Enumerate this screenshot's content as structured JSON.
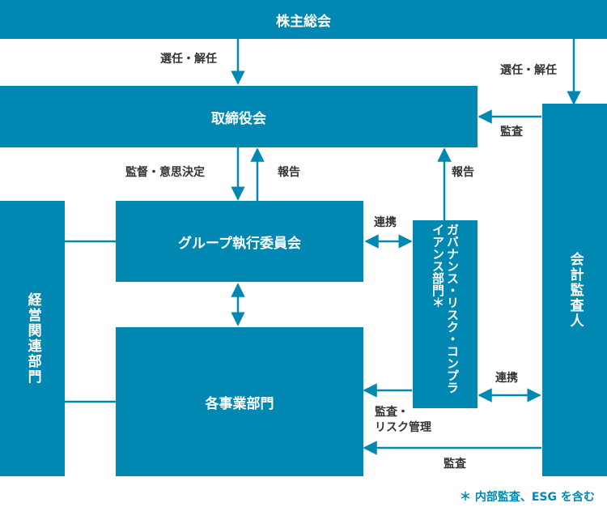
{
  "nodes": {
    "shareholders": "株主総会",
    "board": "取締役会",
    "group_exec": "グループ執行委員会",
    "business_units": "各事業部門",
    "management_dept": "経営関連部門",
    "governance_dept": "ガバナンス・リスク・コンプライアンス部門＊",
    "auditor": "会計監査人"
  },
  "edges": {
    "appoint_dismiss_board": "選任・解任",
    "appoint_dismiss_auditor": "選任・解任",
    "audit_board": "監査",
    "supervise_decide": "監督・意思決定",
    "report_exec": "報告",
    "report_governance": "報告",
    "liaison_exec_governance": "連携",
    "liaison_governance_auditor": "連携",
    "audit_risk_management": "監査・\nリスク管理",
    "audit_business": "監査"
  },
  "footnote": "＊ 内部監査、ESG を含む",
  "colors": {
    "primary": "#0088b3",
    "text": "#333333"
  }
}
